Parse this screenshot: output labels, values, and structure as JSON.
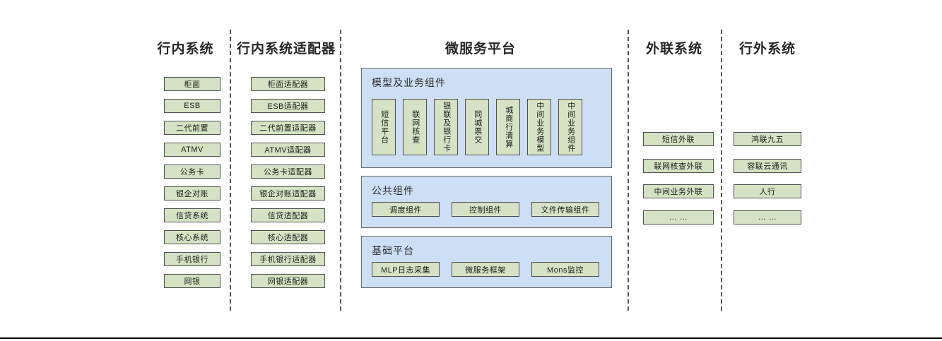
{
  "diagram": {
    "columns": [
      {
        "id": "internal-systems",
        "header": "行内系统",
        "items": [
          "柜面",
          "ESB",
          "二代前置",
          "ATMV",
          "公务卡",
          "银企对账",
          "信贷系统",
          "核心系统",
          "手机银行",
          "网银"
        ]
      },
      {
        "id": "internal-adapters",
        "header": "行内系统适配器",
        "items": [
          "柜面适配器",
          "ESB适配器",
          "二代前置适配器",
          "ATMV适配器",
          "公务卡适配器",
          "银企对账适配器",
          "信贷适配器",
          "核心适配器",
          "手机银行适配器",
          "网银适配器"
        ]
      },
      {
        "id": "external-liaison",
        "header": "外联系统",
        "items": [
          "短信外联",
          "联网核查外联",
          "中间业务外联",
          "… …"
        ]
      },
      {
        "id": "outside-bank",
        "header": "行外系统",
        "items": [
          "鸿联九五",
          "容联云通讯",
          "人行",
          "… …"
        ]
      }
    ],
    "platform": {
      "header": "微服务平台",
      "panels": [
        {
          "id": "model-business-components",
          "title": "模型及业务组件",
          "orientation": "vertical",
          "items": [
            "短信平台",
            "联网核查",
            "银联及银行卡",
            "同城票交",
            "城商行清算",
            "中间业务模型",
            "中间业务组件"
          ]
        },
        {
          "id": "public-components",
          "title": "公共组件",
          "orientation": "horizontal",
          "items": [
            "调度组件",
            "控制组件",
            "文件传输组件"
          ]
        },
        {
          "id": "base-platform",
          "title": "基础平台",
          "orientation": "horizontal",
          "items": [
            "MLP日志采集",
            "微服务框架",
            "Mons监控"
          ]
        }
      ]
    },
    "colors": {
      "box_fill": "#d5e3c4",
      "box_border": "#4f4f4f",
      "panel_fill": "#ccdff4",
      "panel_border": "#6a6a6a",
      "separator": "#555555",
      "text": "#1a1a1a",
      "background": "#ffffff"
    }
  }
}
